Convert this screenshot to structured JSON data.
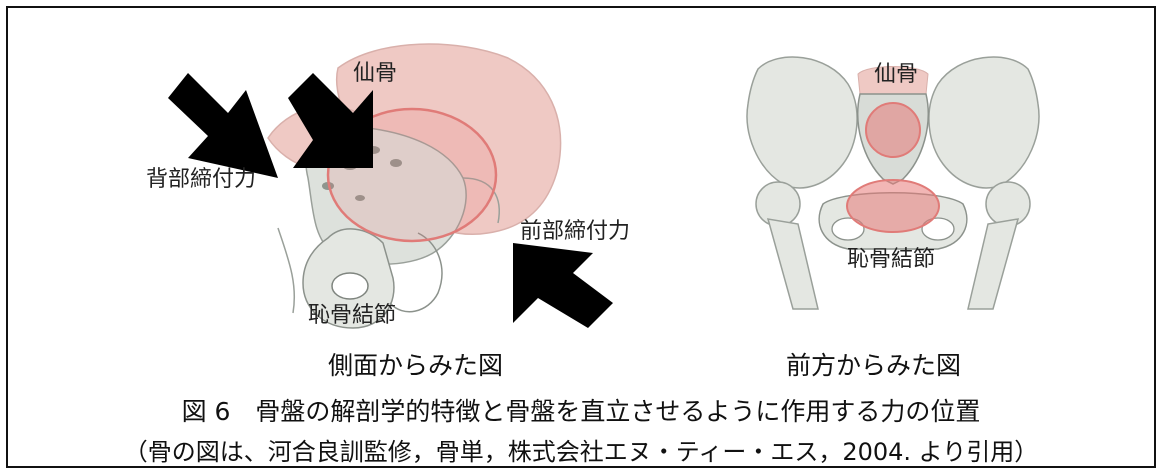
{
  "left_figure": {
    "label_sacrum": "仙骨",
    "label_back_force": "背部締付力",
    "label_front_force": "前部締付力",
    "label_symphysis": "恥骨結節",
    "caption": "側面からみた図"
  },
  "right_figure": {
    "label_sacrum": "仙骨",
    "label_symphysis": "恥骨結節",
    "caption": "前方からみた図"
  },
  "figure_caption": "図 6　骨盤の解剖学的特徴と骨盤を直立させるように作用する力の位置",
  "source_note": "（骨の図は、河合良訓監修，骨単，株式会社エヌ・ティー・エス，2004. より引用）",
  "colors": {
    "bone": "#e4e7e2",
    "sacrum_pink": "#efc9c4",
    "highlight": "#e87a78",
    "arrow": "#000000"
  }
}
